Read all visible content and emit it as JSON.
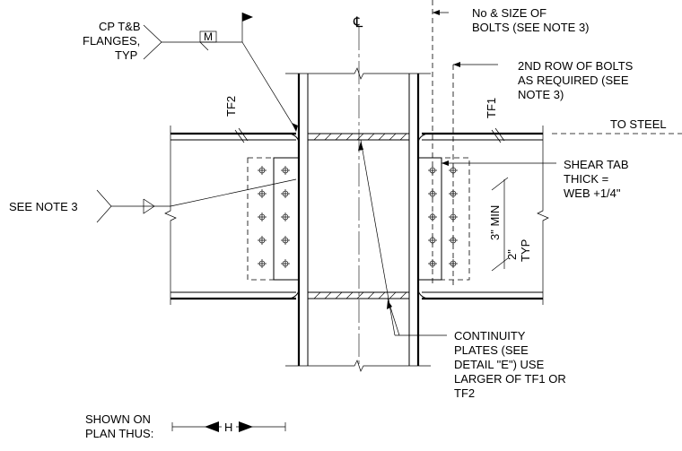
{
  "title_symbol": "℄",
  "labels": {
    "cp_flanges": [
      "CP T&B",
      "FLANGES,",
      "TYP"
    ],
    "weld_m": "M",
    "bolts": [
      "No & SIZE OF",
      "BOLTS (SEE NOTE 3)"
    ],
    "second_row": [
      "2ND ROW OF BOLTS",
      "AS REQUIRED (SEE",
      "NOTE 3)"
    ],
    "tf2": "TF2",
    "tf1": "TF1",
    "to_steel": "TO STEEL",
    "shear_tab": [
      "SHEAR TAB",
      "THICK =",
      "WEB +1/4\""
    ],
    "see_note": "SEE NOTE 3",
    "min3": "3\" MIN",
    "typ2": [
      "2\"",
      "TYP"
    ],
    "continuity": [
      "CONTINUITY",
      "PLATES (SEE",
      "DETAIL \"E\") USE",
      "LARGER OF TF1 OR",
      "TF2"
    ],
    "shown_on": [
      "SHOWN ON",
      "PLAN THUS:"
    ],
    "plan_symbol": "H"
  },
  "colors": {
    "line": "#000000",
    "background": "#ffffff"
  }
}
